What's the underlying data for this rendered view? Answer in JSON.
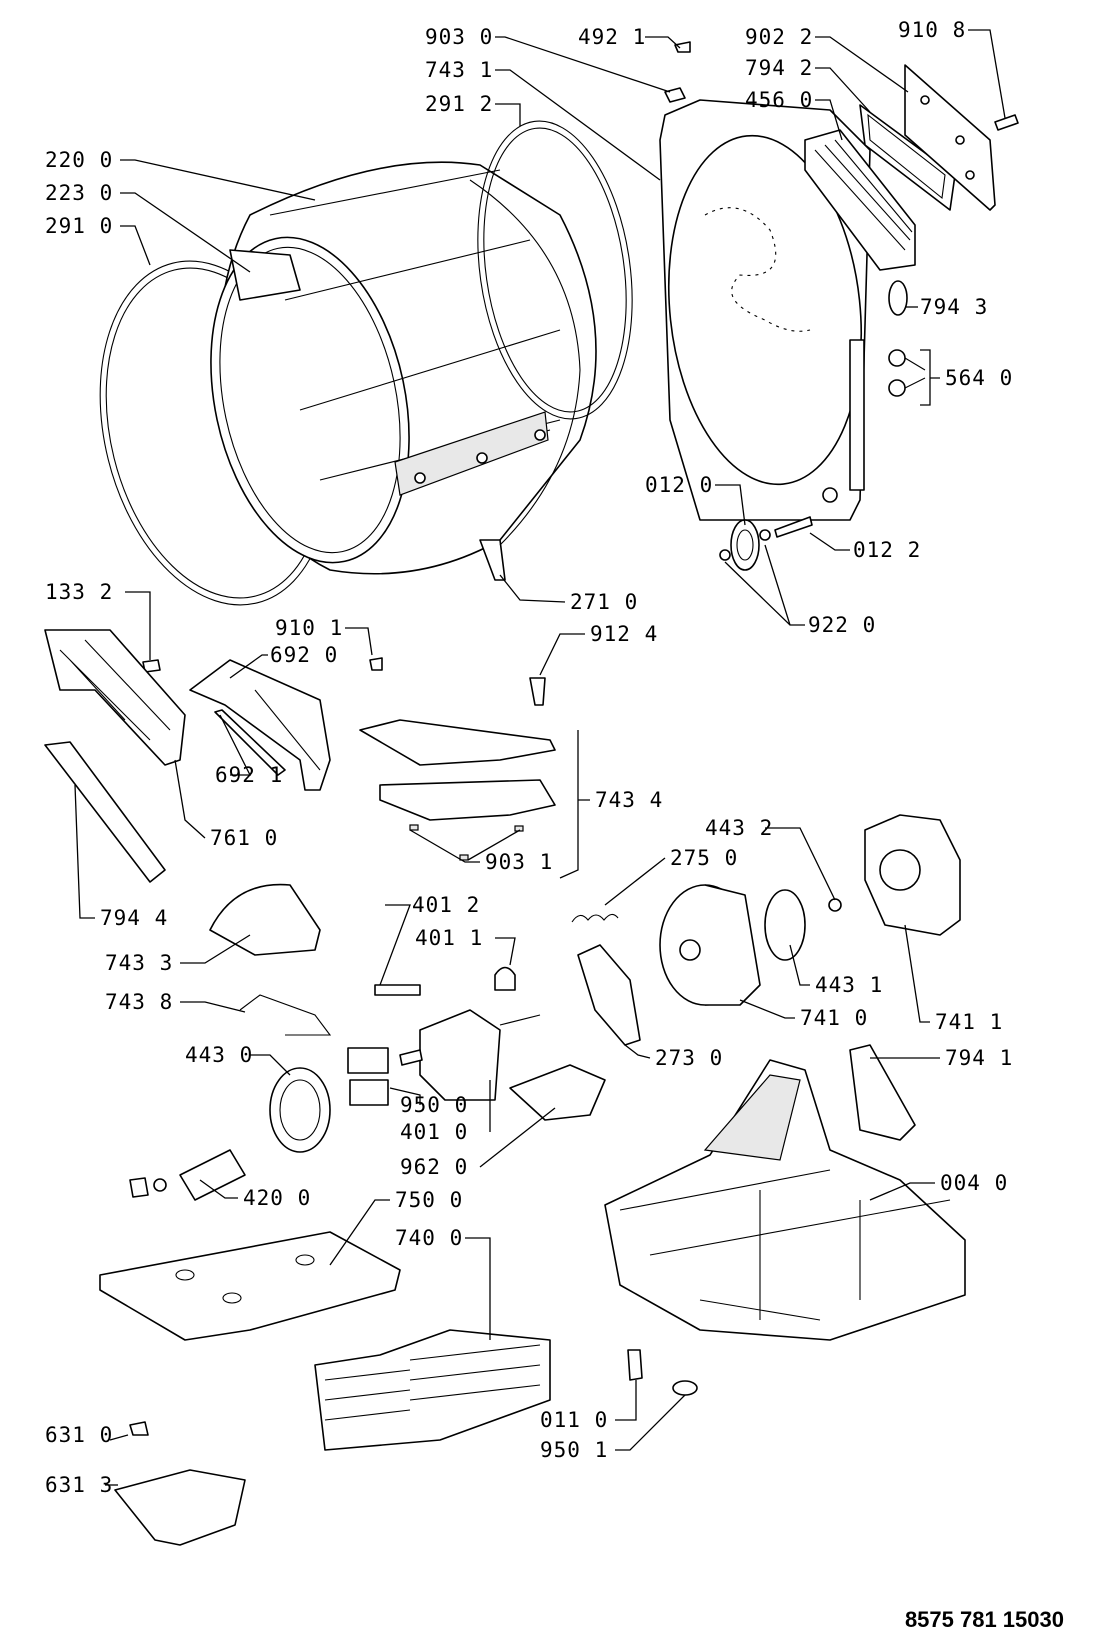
{
  "document_number": "8575 781 15030",
  "callouts": [
    {
      "code": "903 0"
    },
    {
      "code": "492 1"
    },
    {
      "code": "902 2"
    },
    {
      "code": "910 8"
    },
    {
      "code": "743 1"
    },
    {
      "code": "794 2"
    },
    {
      "code": "291 2"
    },
    {
      "code": "456 0"
    },
    {
      "code": "220 0"
    },
    {
      "code": "223 0"
    },
    {
      "code": "291 0"
    },
    {
      "code": "794 3"
    },
    {
      "code": "564 0"
    },
    {
      "code": "012 0"
    },
    {
      "code": "012 2"
    },
    {
      "code": "271 0"
    },
    {
      "code": "922 0"
    },
    {
      "code": "133 2"
    },
    {
      "code": "910 1"
    },
    {
      "code": "692 0"
    },
    {
      "code": "912 4"
    },
    {
      "code": "743 4"
    },
    {
      "code": "692 1"
    },
    {
      "code": "761 0"
    },
    {
      "code": "903 1"
    },
    {
      "code": "443 2"
    },
    {
      "code": "275 0"
    },
    {
      "code": "794 4"
    },
    {
      "code": "401 2"
    },
    {
      "code": "401 1"
    },
    {
      "code": "743 3"
    },
    {
      "code": "443 1"
    },
    {
      "code": "743 8"
    },
    {
      "code": "741 0"
    },
    {
      "code": "741 1"
    },
    {
      "code": "443 0"
    },
    {
      "code": "273 0"
    },
    {
      "code": "794 1"
    },
    {
      "code": "950 0"
    },
    {
      "code": "401 0"
    },
    {
      "code": "962 0"
    },
    {
      "code": "004 0"
    },
    {
      "code": "420 0"
    },
    {
      "code": "750 0"
    },
    {
      "code": "740 0"
    },
    {
      "code": "011 0"
    },
    {
      "code": "631 0"
    },
    {
      "code": "950 1"
    },
    {
      "code": "631 3"
    }
  ]
}
